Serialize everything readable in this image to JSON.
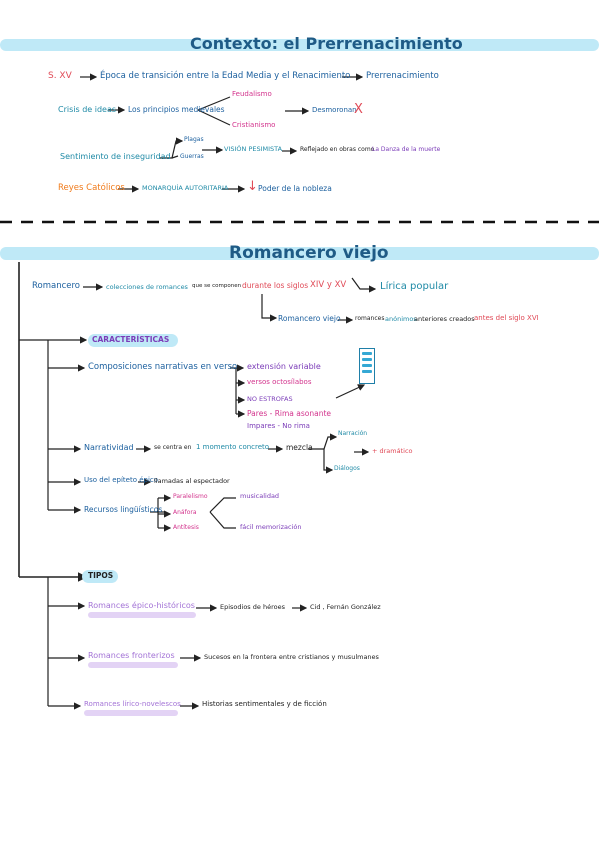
{
  "section1": {
    "title": "Contexto: el Prerrenacimiento",
    "line1": {
      "a": "S. XV",
      "b": "Época de transición entre la Edad Media y el Renacimiento",
      "c": "Prerrenacimiento"
    },
    "line2": {
      "a": "Crisis de ideas",
      "b": "Los principios medievales",
      "b1": "Feudalismo",
      "b2": "Cristianismo",
      "c": "Desmoronan",
      "x": "X"
    },
    "line3": {
      "a": "Sentimiento de inseguridad",
      "b1": "Plagas",
      "b2": "Guerras",
      "c": "VISIÓN PESIMISTA",
      "d": "Reflejado en obras como",
      "e": "La Danza de la muerte"
    },
    "line4": {
      "a": "Reyes Católicos",
      "b": "MONARQUÍA AUTORITARIA",
      "arrow": "↓",
      "c": "Poder de la nobleza"
    }
  },
  "section2": {
    "title": "Romancero viejo",
    "def": {
      "a": "Romancero",
      "b": "colecciones de romances",
      "c": "que se componen",
      "d": "durante los siglos",
      "e": "XIV y XV",
      "f": "Lírica popular"
    },
    "viejo": {
      "a": "Romancero viejo",
      "b": "romances",
      "c": "anónimos",
      "d": "anteriores creados",
      "e": "antes del siglo XVI"
    },
    "car_label": "CARACTERÍSTICAS",
    "comp": {
      "a": "Composiciones narrativas en verso",
      "i1": "extensión variable",
      "i2": "versos octosílabos",
      "i3": "NO ESTROFAS",
      "i4": "Pares - Rima asonante",
      "i5": "Impares - No rima",
      "box": [
        "8-",
        "8a",
        "8-",
        "8a"
      ]
    },
    "narr": {
      "a": "Narratividad",
      "b": "se centra en",
      "c": "1 momento concreto",
      "d": "mezcla",
      "e1": "Narración",
      "e2": "Diálogos",
      "f": "+ dramático"
    },
    "epiteto": {
      "a": "Uso del epíteto épico",
      "b": "llamadas al espectador"
    },
    "ling": {
      "a": "Recursos lingüísticos",
      "i1": "Paralelismo",
      "i2": "Anáfora",
      "i3": "Antítesis",
      "r1": "musicalidad",
      "r2": "fácil memorización"
    },
    "tipos_label": "TIPOS",
    "tipos": [
      {
        "a": "Romances épico-históricos",
        "b": "Episodios de héroes",
        "c": "Cid , Fernán González"
      },
      {
        "a": "Romances fronterizos",
        "b": "Sucesos en la frontera entre cristianos y musulmanes"
      },
      {
        "a": "Romances lírico-novelescos",
        "b": "Historias sentimentales y de ficción"
      }
    ]
  }
}
